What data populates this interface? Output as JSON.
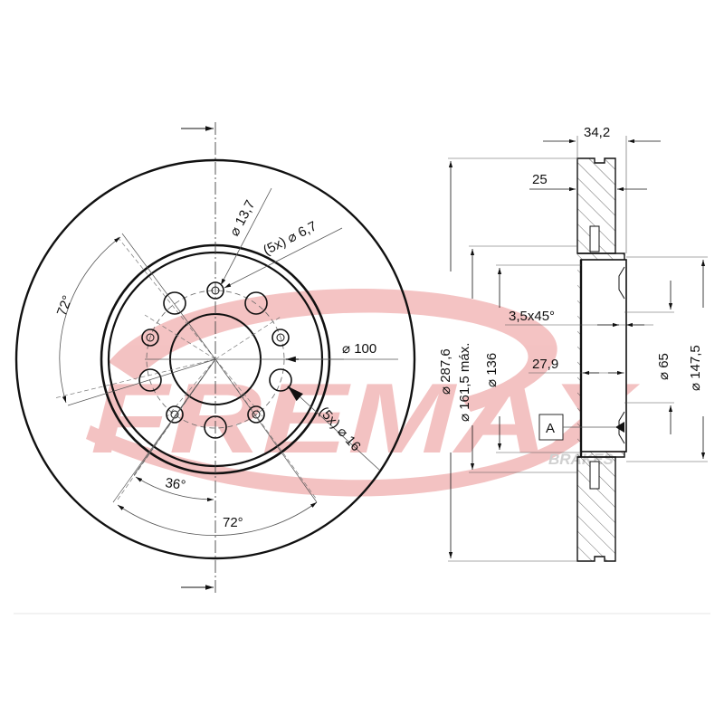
{
  "watermark": {
    "brand": "FREMAX",
    "sub": "BRAKES",
    "color": "#f2b8b8",
    "sub_color": "#c8c8c8"
  },
  "front_view": {
    "dims": {
      "hole_small": "⌀ 13,7",
      "bolt_hole": "(5x) ⌀ 6,7",
      "angle_top_left": "72°",
      "bolt_circle": "⌀ 100",
      "stud_hole": "(5x) ⌀ 16",
      "angle_36": "36°",
      "angle_bottom": "72°"
    }
  },
  "section_view": {
    "dims": {
      "total_thickness": "34,2",
      "min_thickness": "25",
      "outer_diameter": "⌀ 287,6",
      "hat_diameter_max": "⌀ 161,5 máx.",
      "pilot_diameter": "⌀ 136",
      "chamfer": "3,5x45°",
      "hat_height": "27,9",
      "datum": "A",
      "center_bore": "⌀ 65",
      "hat_outer": "⌀ 147,5"
    }
  },
  "colors": {
    "line": "#111111",
    "thin": "#555555",
    "hatch": "#444444"
  }
}
